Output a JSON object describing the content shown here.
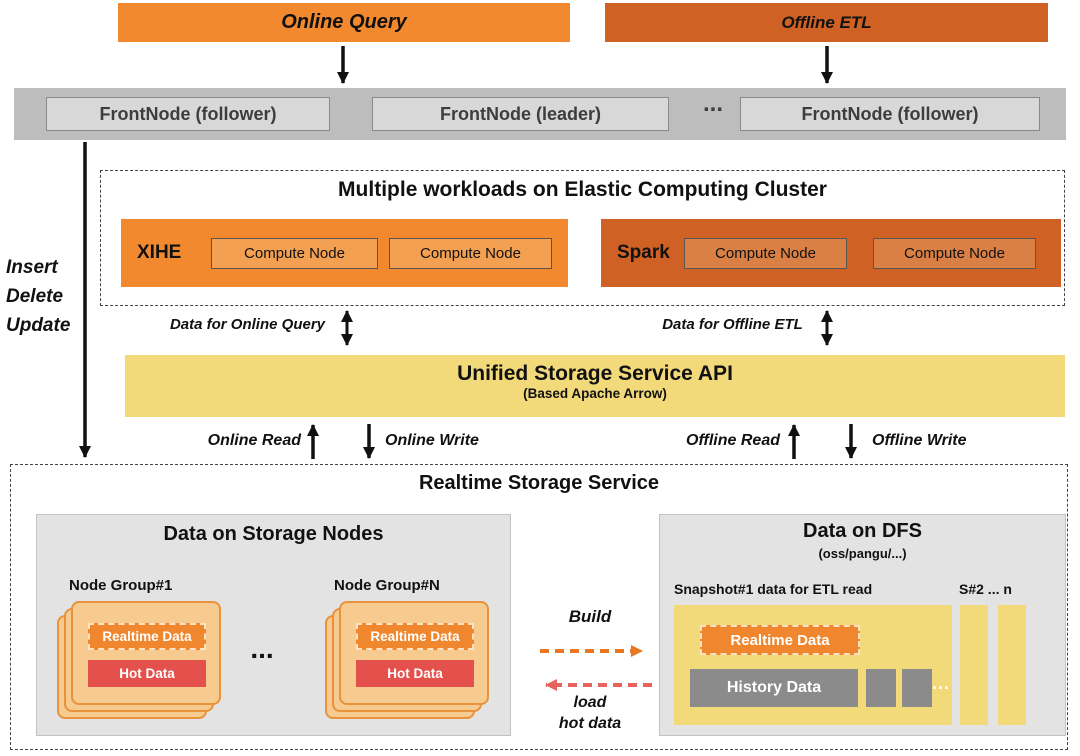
{
  "colors": {
    "orange": "#F2892F",
    "dark_orange": "#CF6124",
    "yellow": "#F2DA7B",
    "hot_red": "#E4504B",
    "front_bar_gray": "#BDBDBD",
    "panel_gray": "#E3E3E3",
    "history_gray": "#8B8B8B",
    "card_tan": "#F7CA8F"
  },
  "top": {
    "online_query": "Online Query",
    "offline_etl": "Offline ETL"
  },
  "front_bar": {
    "nodes": [
      "FrontNode (follower)",
      "FrontNode (leader)",
      "FrontNode (follower)"
    ],
    "ellipsis": "..."
  },
  "side": {
    "insert": "Insert",
    "delete": "Delete",
    "update": "Update"
  },
  "cluster": {
    "title": "Multiple workloads on Elastic Computing Cluster",
    "xihe_name": "XIHE",
    "spark_name": "Spark",
    "compute_node": "Compute Node"
  },
  "flows": {
    "data_online": "Data for Online Query",
    "data_offline": "Data for Offline ETL",
    "online_read": "Online Read",
    "online_write": "Online Write",
    "offline_read": "Offline Read",
    "offline_write": "Offline Write"
  },
  "api": {
    "title": "Unified Storage Service API",
    "subtitle": "(Based Apache Arrow)"
  },
  "storage": {
    "title": "Realtime Storage Service",
    "nodes_panel": {
      "title": "Data on Storage Nodes",
      "group1": "Node Group#1",
      "groupN": "Node Group#N",
      "ellipsis": "...",
      "realtime": "Realtime Data",
      "hot": "Hot Data"
    },
    "build": "Build",
    "load": "load\nhot data",
    "dfs": {
      "title": "Data on DFS",
      "subtitle": "(oss/pangu/...)",
      "snapshot": "Snapshot#1 data for ETL read",
      "more": "S#2 ... n",
      "realtime": "Realtime Data",
      "history": "History Data",
      "ellipsis": "..."
    }
  }
}
